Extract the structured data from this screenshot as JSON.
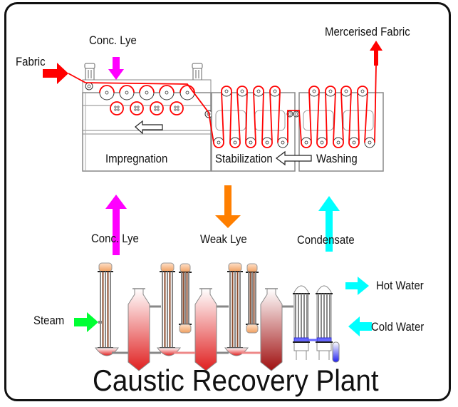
{
  "title": "Caustic Recovery Plant",
  "mercerising_range": {
    "inputs": {
      "fabric": "Fabric",
      "conc_lye_top": "Conc. Lye"
    },
    "output": "Mercerised Fabric",
    "sections": [
      {
        "id": "impregnation",
        "label": "Impregnation"
      },
      {
        "id": "stabilization",
        "label": "Stabilization"
      },
      {
        "id": "washing",
        "label": "Washing"
      }
    ]
  },
  "flows": [
    {
      "id": "conc-lye",
      "label": "Conc. Lye",
      "direction": "up",
      "color": "#ff00ff"
    },
    {
      "id": "weak-lye",
      "label": "Weak Lye",
      "direction": "down",
      "color": "#ff7f00"
    },
    {
      "id": "condensate",
      "label": "Condensate",
      "direction": "up",
      "color": "#00ffff"
    }
  ],
  "recovery_plant": {
    "steam": "Steam",
    "hot_water": "Hot Water",
    "cold_water": "Cold Water"
  },
  "colors": {
    "fabric_path": "#ff0000",
    "conc_lye": "#ff00ff",
    "weak_lye": "#ff7f00",
    "water": "#00ffff",
    "steam": "#00ff33",
    "cooling": "#3333ff"
  }
}
